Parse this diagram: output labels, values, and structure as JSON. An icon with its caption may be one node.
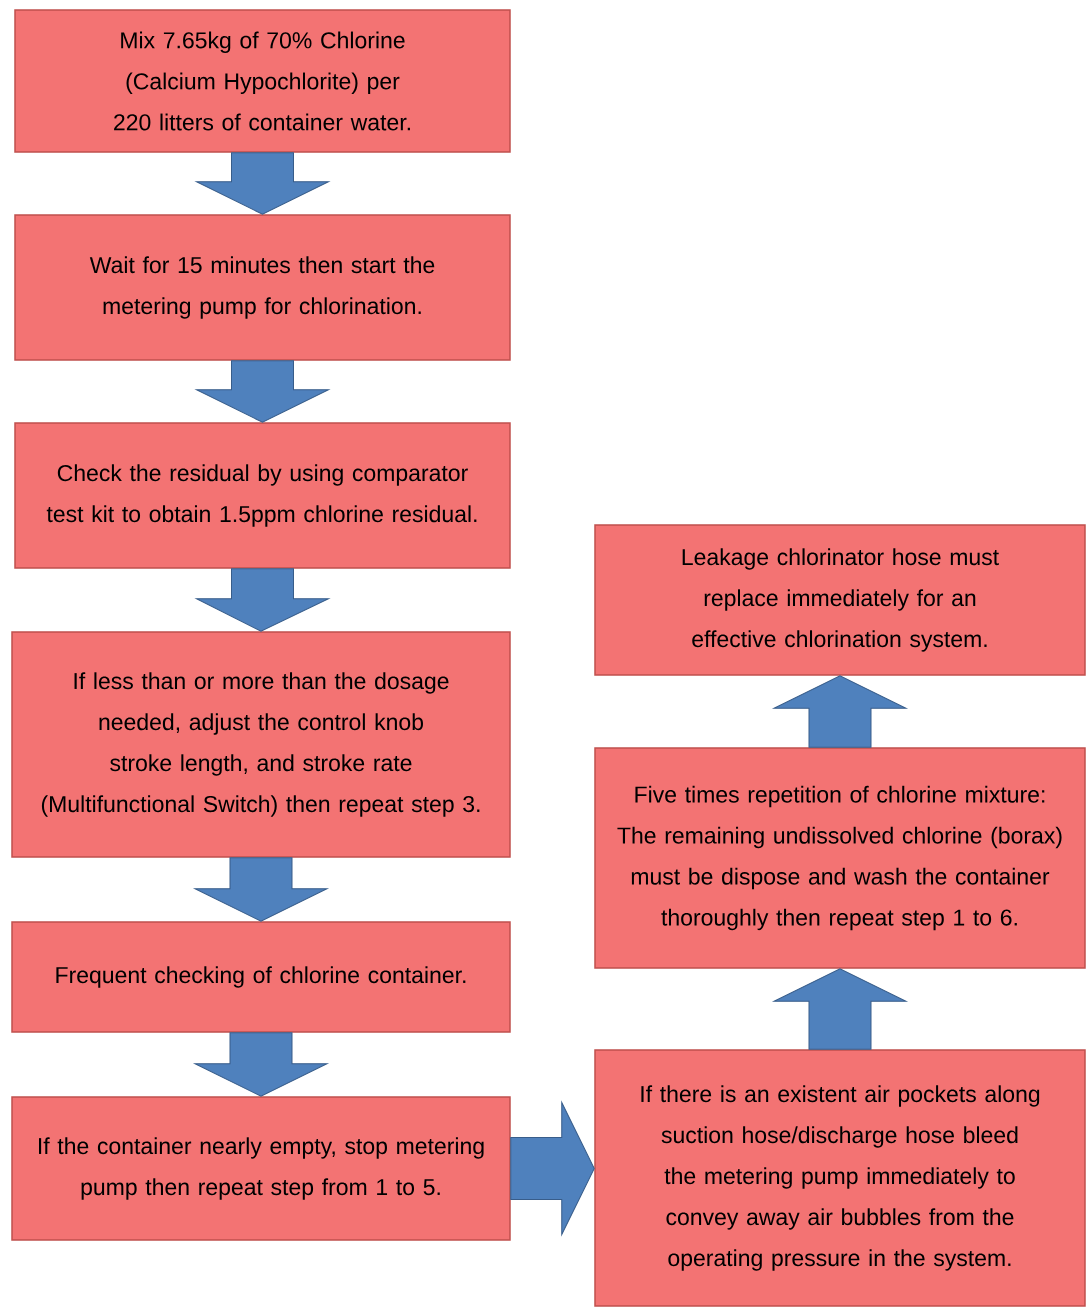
{
  "diagram": {
    "nodes": [
      {
        "text": [
          "Mix 7.65kg of 70% Chlorine (Calcium Hypochlorite) per 220 litters of container water."
        ]
      },
      {
        "text": [
          "Wait for 15 minutes then start the metering pump for chlorination."
        ]
      },
      {
        "text": [
          "Check the residual by using comparator test kit to obtain 1.5ppm chlorine residual."
        ]
      },
      {
        "text": [
          "If less than or more than the dosage needed, adjust the control knob stroke length, and stroke rate (Multifunctional Switch) then repeat step 3."
        ]
      },
      {
        "text": [
          "Frequent checking of chlorine container."
        ]
      },
      {
        "text": [
          "If the container nearly empty, stop metering pump then repeat step from 1 to 5."
        ]
      },
      {
        "text": [
          "If there is an existent air pockets along suction hose/discharge hose bleed the metering pump immediately to convey away air bubbles from the operating pressure in the system."
        ]
      },
      {
        "text": [
          "Five times repetition of chlorine mixture: The remaining undissolved chlorine (borax) must be dispose and wash the container thoroughly then repeat step 1 to 6."
        ]
      },
      {
        "text": [
          "Leakage chlorinator hose must replace immediately for an effective chlorination system."
        ]
      }
    ],
    "edges": [
      {
        "from": 0,
        "to": 1,
        "arrow": "to"
      },
      {
        "from": 1,
        "to": 2,
        "arrow": "to"
      },
      {
        "from": 2,
        "to": 3,
        "arrow": "to"
      },
      {
        "from": 3,
        "to": 4,
        "arrow": "to"
      },
      {
        "from": 4,
        "to": 5,
        "arrow": "to"
      },
      {
        "from": 5,
        "to": 6,
        "arrow": "to"
      },
      {
        "from": 6,
        "to": 7,
        "arrow": "to"
      },
      {
        "from": 7,
        "to": 8,
        "arrow": "to"
      }
    ]
  }
}
